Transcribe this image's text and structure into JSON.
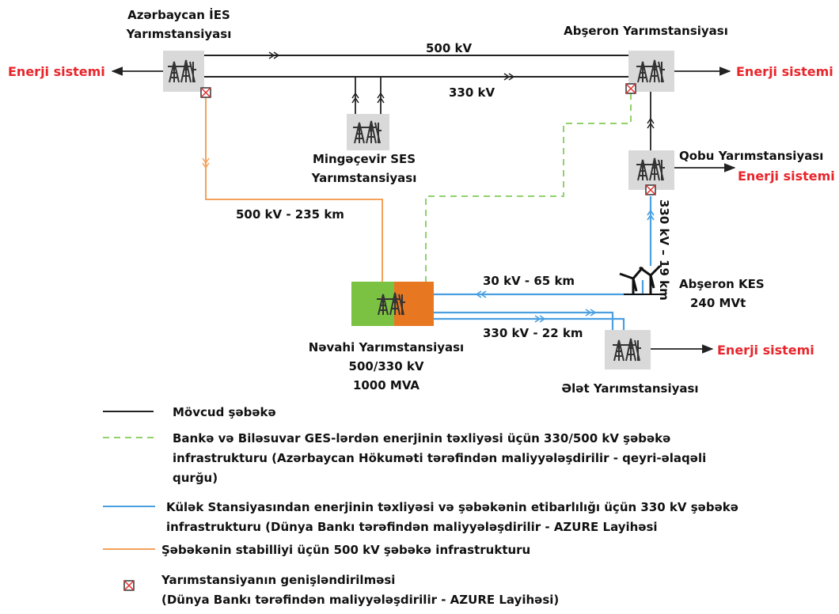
{
  "colors": {
    "existing": "#222222",
    "green_dashed": "#8fd16b",
    "blue": "#4a9fe0",
    "orange": "#f4a15c",
    "red_text": "#e8252b",
    "nevahi_left": "#7cc242",
    "nevahi_right": "#e87722",
    "station_box": "#d9d9d9"
  },
  "icons": [
    "substation-tower-icon",
    "expansion-square-icon",
    "wind-turbine-icon",
    "arrow-icon"
  ],
  "stations": {
    "azerbaycan_ies": {
      "line1": "Azərbaycan İES",
      "line2": "Yarımstansiyası"
    },
    "abseron": {
      "line1": "Abşeron Yarımstansiyası"
    },
    "mingecevir": {
      "line1": "Mingəçevir SES",
      "line2": "Yarımstansiyası"
    },
    "qobu": {
      "line1": "Qobu Yarımstansiyası"
    },
    "nevahi": {
      "line1": "Nəvahi Yarımstansiyası",
      "line2": "500/330 kV",
      "line3": "1000 MVA"
    },
    "elet": {
      "line1": "Ələt Yarımstansiyası"
    },
    "abseron_kes": {
      "line1": "Abşeron KES",
      "line2": "240 MVt"
    }
  },
  "energy_system": {
    "left": "Enerji sistemi",
    "abseron": "Enerji sistemi",
    "qobu": "Enerji sistemi",
    "elet": "Enerji sistemi"
  },
  "lines": {
    "kv500": "500 kV",
    "kv330": "330 kV",
    "orange_line": "500 kV - 235 km",
    "blue_30": "30 kV - 65 km",
    "blue_330_22": "330 kV - 22 km",
    "blue_330_19": "330 kV – 19 km"
  },
  "legend": {
    "existing": "Mövcud şəbəkə",
    "green_line1": "Bankə və Biləsuvar GES-lərdən enerjinin təxliyəsi üçün 330/500 kV şəbəkə",
    "green_line2": "infrastrukturu (Azərbaycan Hökuməti tərəfindən maliyyələşdirilir - qeyri-əlaqəli",
    "green_line3": "qurğu)",
    "blue_line1": "Külək Stansiyasından enerjinin təxliyəsi və şəbəkənin etibarlılığı üçün 330 kV şəbəkə",
    "blue_line2": "infrastrukturu (Dünya Bankı tərəfindən maliyyələşdirilir - AZURE Layihəsi",
    "orange_line1": "Şəbəkənin stabilliyi üçün 500 kV şəbəkə infrastrukturu",
    "expansion_line1": "Yarımstansiyanın genişləndirilməsi",
    "expansion_line2": "(Dünya Bankı tərəfindən maliyyələşdirilir - AZURE Layihəsi)"
  }
}
